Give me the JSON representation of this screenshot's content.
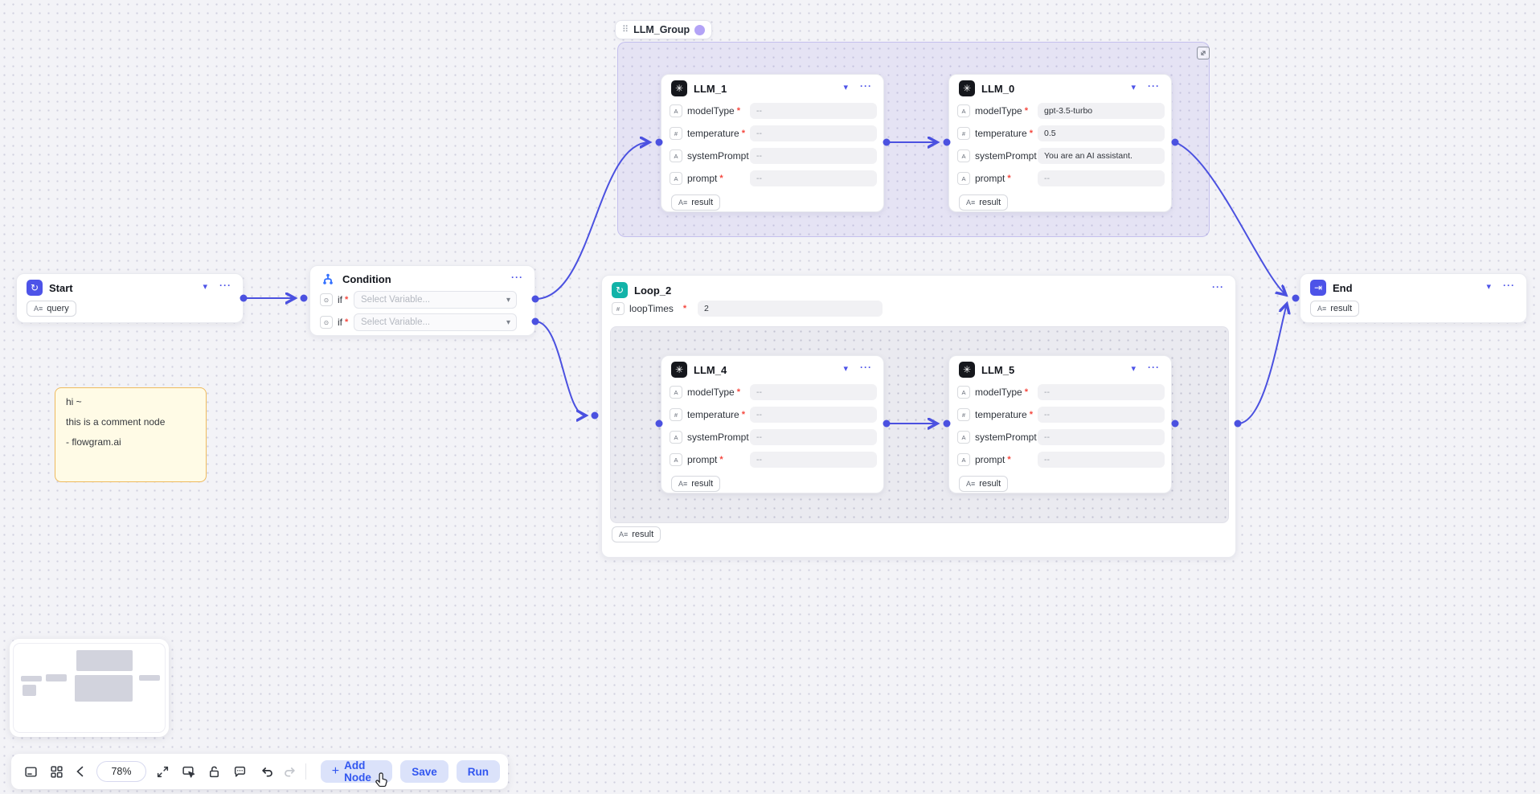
{
  "ui": {
    "required_marker": "*",
    "ellipsis": "···",
    "caret": "▾",
    "chevron": "▾",
    "drag_handle": "⠿",
    "string_glyph": "A",
    "number_glyph": "#",
    "text_glyph": "A≡",
    "bool_glyph": "⊙",
    "start_glyph": "↻",
    "loop_glyph": "↻",
    "end_glyph": "⇥",
    "llm_glyph": "✳",
    "plus": "+"
  },
  "group": {
    "label": "LLM_Group"
  },
  "nodes": {
    "start": {
      "title": "Start",
      "query_label": "query"
    },
    "condition": {
      "title": "Condition",
      "if_label": "if",
      "select_placeholder": "Select Variable..."
    },
    "llm1": {
      "title": "LLM_1",
      "result_label": "result",
      "fields": [
        {
          "label": "modelType",
          "value": "--"
        },
        {
          "label": "temperature",
          "value": "--"
        },
        {
          "label": "systemPrompt",
          "value": "--"
        },
        {
          "label": "prompt",
          "value": "--"
        }
      ]
    },
    "llm0": {
      "title": "LLM_0",
      "result_label": "result",
      "fields": [
        {
          "label": "modelType",
          "value": "gpt-3.5-turbo"
        },
        {
          "label": "temperature",
          "value": "0.5"
        },
        {
          "label": "systemPrompt",
          "value": "You are an AI assistant."
        },
        {
          "label": "prompt",
          "value": "--"
        }
      ]
    },
    "loop": {
      "title": "Loop_2",
      "loop_times_label": "loopTimes",
      "loop_times_value": "2",
      "result_label": "result"
    },
    "llm4": {
      "title": "LLM_4",
      "result_label": "result",
      "fields": [
        {
          "label": "modelType",
          "value": "--"
        },
        {
          "label": "temperature",
          "value": "--"
        },
        {
          "label": "systemPrompt",
          "value": "--"
        },
        {
          "label": "prompt",
          "value": "--"
        }
      ]
    },
    "llm5": {
      "title": "LLM_5",
      "result_label": "result",
      "fields": [
        {
          "label": "modelType",
          "value": "--"
        },
        {
          "label": "temperature",
          "value": "--"
        },
        {
          "label": "systemPrompt",
          "value": "--"
        },
        {
          "label": "prompt",
          "value": "--"
        }
      ]
    },
    "end": {
      "title": "End",
      "result_label": "result"
    },
    "comment": {
      "lines": [
        "hi ~",
        "this is a comment node",
        "- flowgram.ai"
      ]
    }
  },
  "toolbar": {
    "zoom_value": "78%",
    "add_node_label": "Add Node",
    "save_label": "Save",
    "run_label": "Run"
  }
}
